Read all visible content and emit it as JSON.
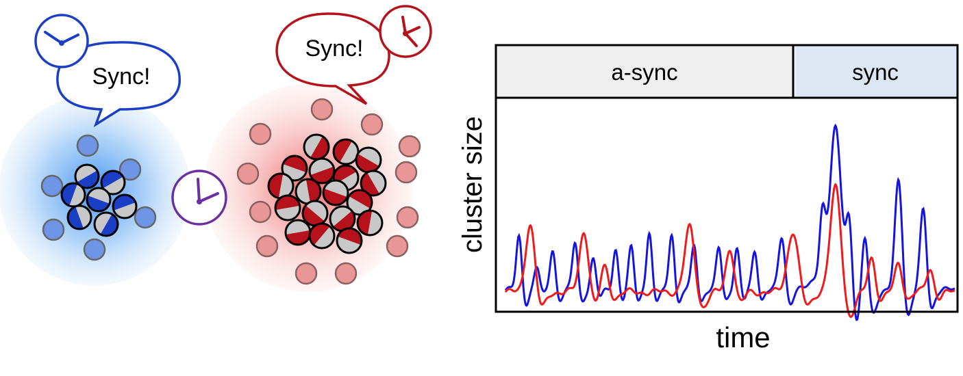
{
  "left_group": {
    "bubble_text": "Sync!",
    "color": "#1a3fc4",
    "fill_color": "#6f95e6"
  },
  "right_group": {
    "bubble_text": "Sync!",
    "color": "#b5121b",
    "fill_color": "#e99696"
  },
  "middle_clock": {
    "color": "#6b2fa0",
    "icon": "clock-icon"
  },
  "chart_data": {
    "type": "line",
    "xlabel": "time",
    "ylabel": "cluster size",
    "phases": [
      {
        "label": "a-sync",
        "start": 0,
        "end": 0.65,
        "color": "#efefef"
      },
      {
        "label": "sync",
        "start": 0.65,
        "end": 1.0,
        "color": "#dce7f3"
      }
    ],
    "x_range": [
      0,
      1
    ],
    "y_range": [
      0,
      1
    ],
    "series": [
      {
        "color": "#1414e0",
        "peaks": [
          [
            0.03,
            0.28
          ],
          [
            0.07,
            0.12
          ],
          [
            0.105,
            0.22
          ],
          [
            0.155,
            0.25
          ],
          [
            0.195,
            0.16
          ],
          [
            0.245,
            0.22
          ],
          [
            0.28,
            0.22
          ],
          [
            0.32,
            0.31
          ],
          [
            0.37,
            0.31
          ],
          [
            0.42,
            0.24
          ],
          [
            0.475,
            0.22
          ],
          [
            0.515,
            0.22
          ],
          [
            0.555,
            0.21
          ],
          [
            0.615,
            0.28
          ],
          [
            0.705,
            0.25
          ],
          [
            0.735,
            0.58
          ],
          [
            0.73,
            0.28
          ],
          [
            0.765,
            0.45
          ],
          [
            0.8,
            0.34
          ],
          [
            0.875,
            0.58
          ],
          [
            0.93,
            0.42
          ]
        ],
        "widths": [
          0.006,
          0.006,
          0.006,
          0.006,
          0.006,
          0.006,
          0.006,
          0.006,
          0.006,
          0.006,
          0.006,
          0.006,
          0.006,
          0.007,
          0.006,
          0.012,
          0.025,
          0.007,
          0.007,
          0.008,
          0.007
        ],
        "baseline": 0.02
      },
      {
        "color": "#f01a1a",
        "peaks": [
          [
            0.055,
            0.36
          ],
          [
            0.175,
            0.32
          ],
          [
            0.22,
            0.14
          ],
          [
            0.41,
            0.34
          ],
          [
            0.5,
            0.23
          ],
          [
            0.64,
            0.32
          ],
          [
            0.735,
            0.55
          ],
          [
            0.815,
            0.18
          ],
          [
            0.875,
            0.15
          ],
          [
            0.945,
            0.12
          ]
        ],
        "widths": [
          0.01,
          0.01,
          0.009,
          0.011,
          0.009,
          0.012,
          0.012,
          0.008,
          0.008,
          0.008
        ],
        "baseline": 0.01
      }
    ]
  }
}
